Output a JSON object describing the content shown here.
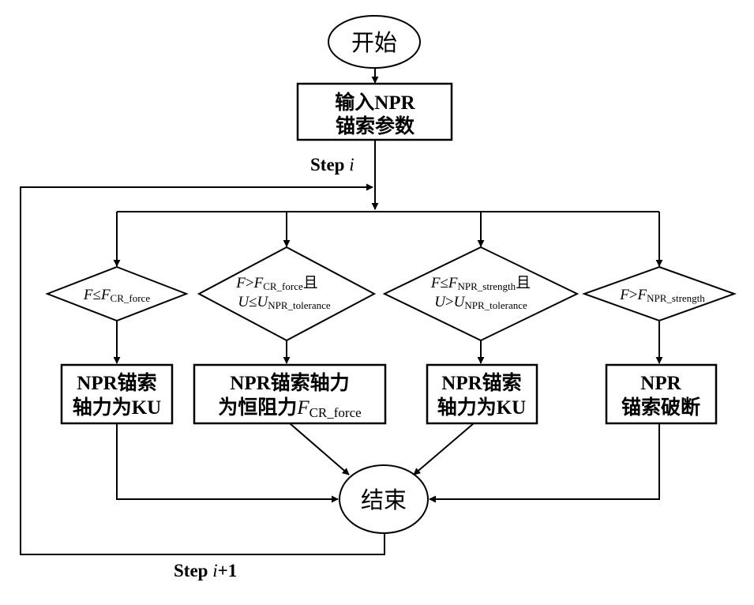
{
  "start": "开始",
  "input": {
    "line1": "输入NPR",
    "line2": "锚索参数"
  },
  "step_i": {
    "prefix": "Step ",
    "var": "i"
  },
  "cond1": {
    "f": "F",
    "op": "≤",
    "F": "F",
    "sub": "CR_force"
  },
  "cond2": {
    "line1": {
      "f": "F",
      "op": ">",
      "F": "F",
      "sub": "CR_force",
      "suffix": "且"
    },
    "line2": {
      "u": "U",
      "op": "≤",
      "U": "U",
      "sub": "NPR_tolerance"
    }
  },
  "cond3": {
    "line1": {
      "f": "F",
      "op": "≤",
      "F": "F",
      "sub": "NPR_strength",
      "suffix": "且"
    },
    "line2": {
      "u": "U",
      "op": ">",
      "U": "U",
      "sub": "NPR_tolerance"
    }
  },
  "cond4": {
    "f": "F",
    "op": ">",
    "F": "F",
    "sub": "NPR_strength"
  },
  "box1": {
    "line1": "NPR锚索",
    "line2": "轴力为KU"
  },
  "box2": {
    "line1": "NPR锚索轴力",
    "line2_prefix": "为恒阻力",
    "line2_var": "F",
    "line2_sub": "CR_force"
  },
  "box3": {
    "line1": "NPR锚索",
    "line2": "轴力为KU"
  },
  "box4": {
    "line1": "NPR",
    "line2": "锚索破断"
  },
  "end": "结束",
  "step_next": {
    "prefix": "Step ",
    "var": "i",
    "suffix": "+1"
  }
}
